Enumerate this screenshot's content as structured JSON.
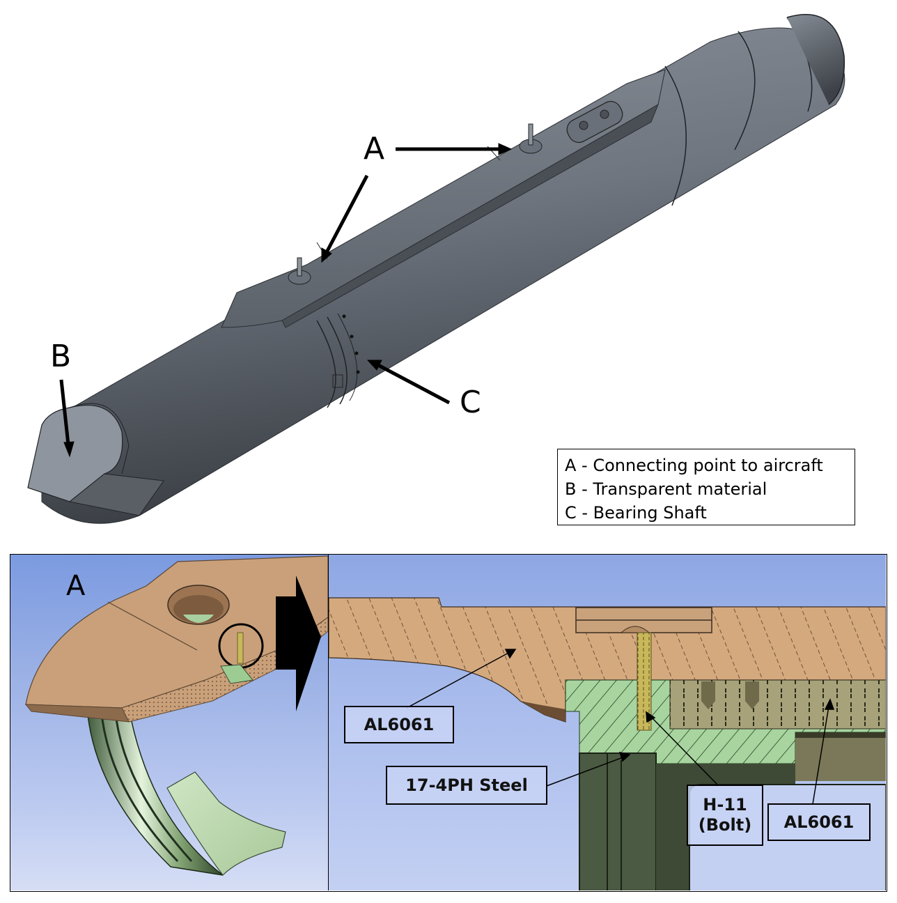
{
  "figure": {
    "callouts": {
      "a": "A",
      "b": "B",
      "c": "C"
    },
    "legend": [
      "A - Connecting point to aircraft",
      "B - Transparent material",
      "C - Bearing Shaft"
    ],
    "detail_panel": {
      "letter": "A",
      "labels": {
        "al6061_upper": "AL6061",
        "steel": "17-4PH Steel",
        "bolt_line1": "H-11",
        "bolt_line2": "(Bolt)",
        "al6061_lower": "AL6061"
      }
    },
    "colors": {
      "pod_body": "#6f7680",
      "pod_dark": "#3c4047",
      "aluminum": "#d4a97e",
      "steel": "#a8d4a0",
      "bolt": "#c8b85a",
      "housing": "#4b5a42",
      "background_blue": "#8ea7e4"
    }
  }
}
